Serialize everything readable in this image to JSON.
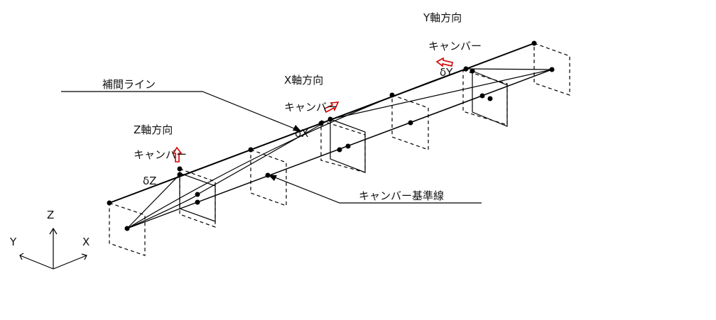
{
  "labels": {
    "interpolation_line": "補間ライン",
    "camber_reference_line": "キャンバー基準線",
    "y_direction_title": "Y軸方向",
    "y_camber": "キャンバー",
    "y_delta": "δY",
    "x_direction_title": "X軸方向",
    "x_camber": "キャンバー",
    "x_delta": "δX",
    "z_direction_title": "Z軸方向",
    "z_camber": "キャンバー",
    "z_delta": "δZ"
  },
  "axes": {
    "z": "Z",
    "y": "Y",
    "x": "X"
  },
  "colors": {
    "line": "#000000",
    "arrow_outline": "#d10000"
  },
  "icons": {
    "camber_arrow": "hollow-red-arrow"
  }
}
